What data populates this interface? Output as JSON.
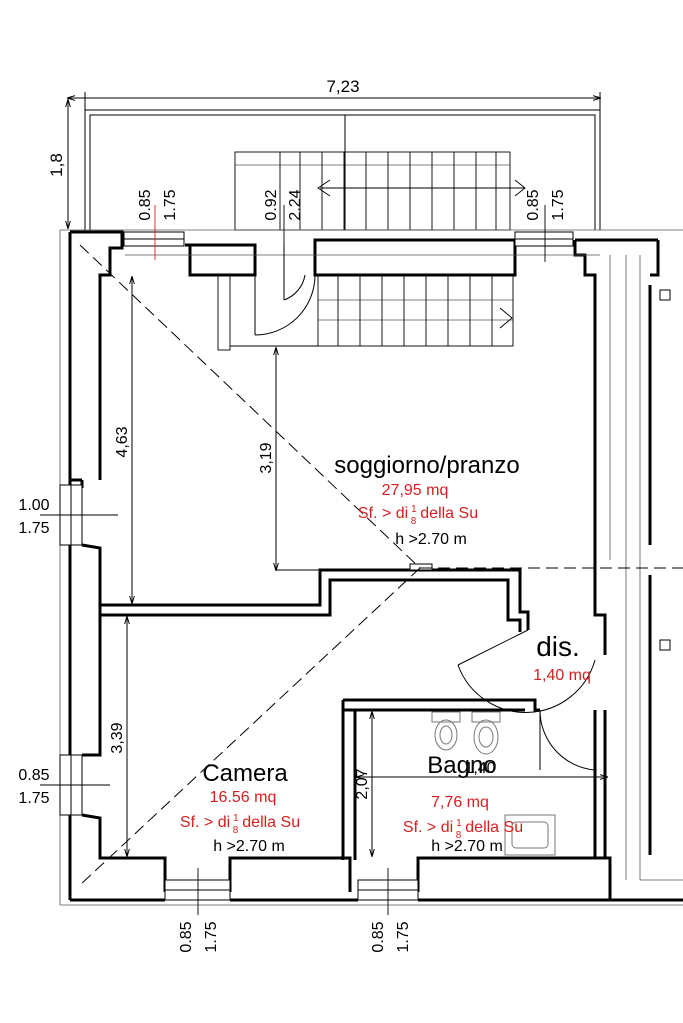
{
  "colors": {
    "line": "#000000",
    "red": "#d42020",
    "thin": "#555555"
  },
  "dimensions": {
    "top_width": "7,23",
    "left_height": "1,8",
    "win_tl_top": "0.85",
    "win_tl_bottom": "1.75",
    "door_top": "0.92",
    "door_bottom": "2.24",
    "win_tr_top": "0.85",
    "win_tr_bottom": "1.75",
    "living_vertical": "4,63",
    "living_inner": "3,19",
    "win_left_top": "1.00",
    "win_left_bottom": "1.75",
    "win_left2_top": "0.85",
    "win_left2_bottom": "1.75",
    "camera_vertical": "3,39",
    "bagno_vertical": "2,07",
    "bagno_horizontal": "1,40",
    "win_bl_top": "0.85",
    "win_bl_bottom": "1.75",
    "win_bm_top": "0.85",
    "win_bm_bottom": "1.75"
  },
  "rooms": {
    "living": {
      "name": "soggiorno/pranzo",
      "area": "27,95 mq",
      "sf_prefix": "Sf. > di",
      "sf_num": "1",
      "sf_den": "8",
      "sf_suffix": "della Su",
      "height": "h >2.70 m"
    },
    "dis": {
      "name": "dis.",
      "area": "1,40 mq"
    },
    "camera": {
      "name": "Camera",
      "area": "16.56 mq",
      "sf_prefix": "Sf. > di",
      "sf_num": "1",
      "sf_den": "8",
      "sf_suffix": "della Su",
      "height": "h >2.70 m"
    },
    "bagno": {
      "name": "Bagno",
      "area": "7,76 mq",
      "sf_prefix": "Sf. > di",
      "sf_num": "1",
      "sf_den": "8",
      "sf_suffix": "della Su",
      "height": "h >2.70 m"
    }
  }
}
